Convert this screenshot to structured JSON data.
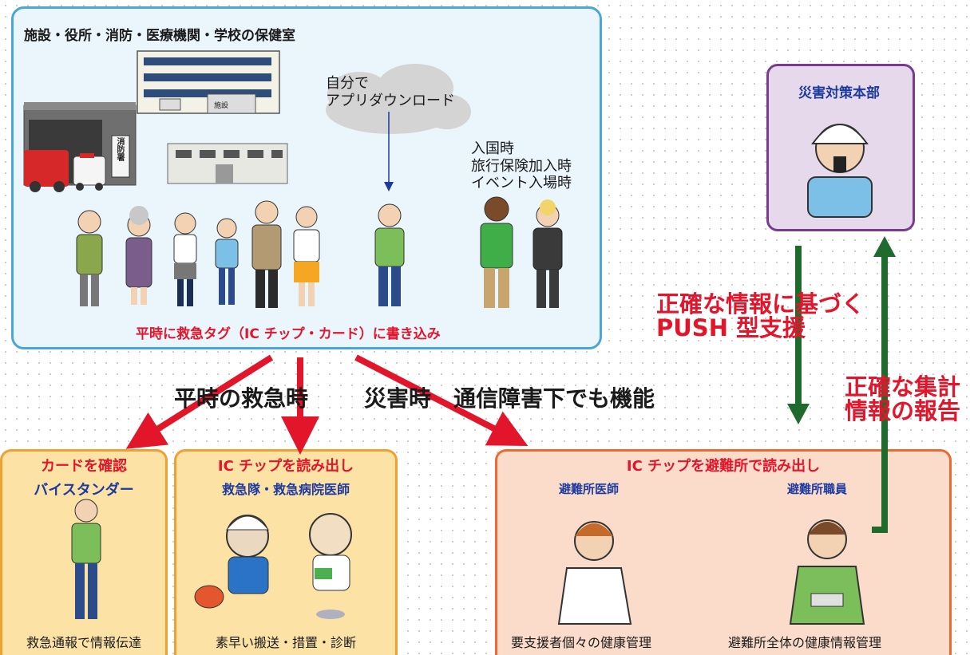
{
  "facilities": {
    "header": "施設・役所・消防・医療機関・学校の保健室",
    "building_label": "施設",
    "fire_station_label": "消防署",
    "self_download_1": "自分で",
    "self_download_2": "アプリダウンロード",
    "entry_1": "入国時",
    "entry_2": "旅行保険加入時",
    "entry_3": "イベント入場時",
    "write_caption": "平時に救急タグ（IC チップ・カード）に書き込み"
  },
  "hq": {
    "title": "災害対策本部"
  },
  "labels": {
    "normal_emergency": "平時の救急時",
    "disaster": "災害時　通信障害下でも機能",
    "push_1": "正確な情報に基づく",
    "push_2": "PUSH 型支援",
    "report_1": "正確な集計",
    "report_2": "情報の報告"
  },
  "card": {
    "title": "カードを確認",
    "subtitle": "バイスタンダー",
    "caption": "救急通報で情報伝達"
  },
  "chip": {
    "title": "IC チップを読み出し",
    "subtitle": "救急隊・救急病院医師",
    "caption": "素早い搬送・措置・診断"
  },
  "shelter": {
    "title": "IC チップを避難所で読み出し",
    "doctor": "避難所医師",
    "staff": "避難所職員",
    "caption_left": "要支援者個々の健康管理",
    "caption_right": "避難所全体の健康情報管理"
  },
  "colors": {
    "red": "#e3152b",
    "blue": "#1d3aa0",
    "green": "#1f6b2e",
    "top_border": "#4aa6d6",
    "hq_border": "#7a3b8f",
    "orange_border": "#f0a030",
    "shelter_border": "#ec6a2f"
  }
}
